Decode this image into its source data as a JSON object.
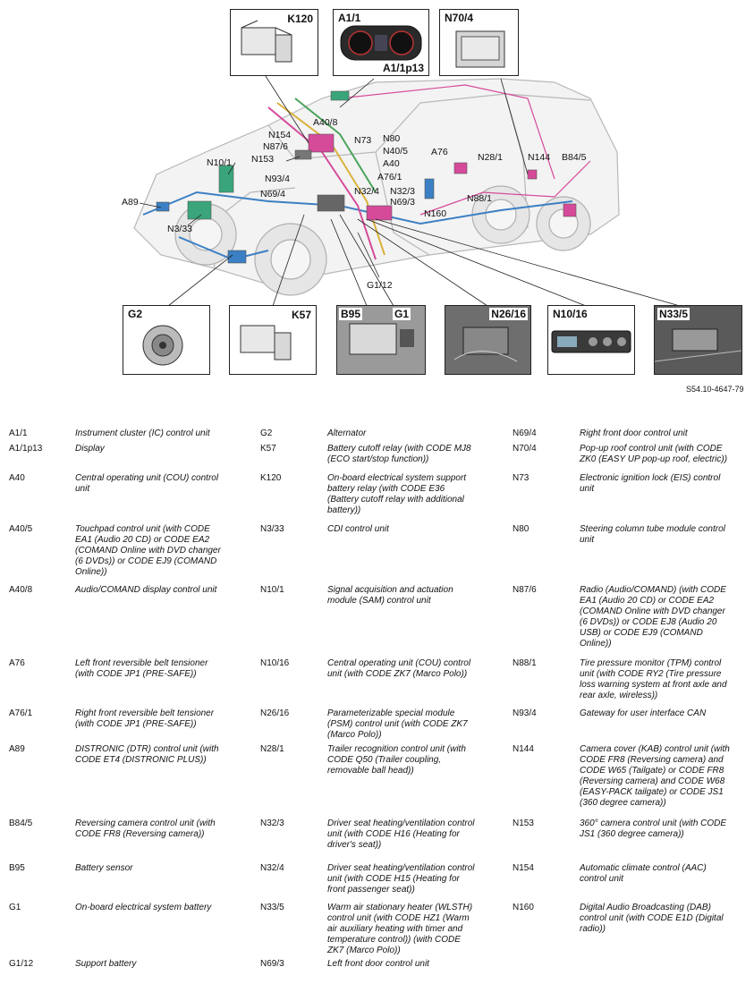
{
  "diagram": {
    "insets": [
      {
        "id": "K120",
        "label": "K120"
      },
      {
        "id": "A1/1",
        "label": "A1/1",
        "sublabel": "A1/1p13"
      },
      {
        "id": "N70/4",
        "label": "N70/4"
      },
      {
        "id": "G2",
        "label": "G2"
      },
      {
        "id": "K57",
        "label": "K57"
      },
      {
        "id": "B95",
        "label": "B95",
        "label2": "G1"
      },
      {
        "id": "N26/16",
        "label": "N26/16"
      },
      {
        "id": "N10/16",
        "label": "N10/16"
      },
      {
        "id": "N33/5",
        "label": "N33/5"
      }
    ],
    "labels": [
      "A40/8",
      "N154",
      "N87/6",
      "N153",
      "N10/1",
      "N73",
      "N80",
      "N40/5",
      "A40",
      "A76/1",
      "N93/4",
      "N32/4",
      "N32/3",
      "N69/4",
      "N69/3",
      "A89",
      "N3/33",
      "A76",
      "N28/1",
      "N144",
      "B84/5",
      "N88/1",
      "N160",
      "G1/12"
    ],
    "reference": "S54.10-4647-79"
  },
  "legend": {
    "rows": [
      [
        [
          "A1/1",
          "Instrument cluster (IC) control unit"
        ],
        [
          "G2",
          "Alternator"
        ],
        [
          "N69/4",
          "Right front door control unit"
        ]
      ],
      [
        [
          "A1/1p13",
          "Display"
        ],
        [
          "K57",
          "Battery cutoff relay (with CODE MJ8\n(ECO start/stop function))"
        ],
        [
          "N70/4",
          "Pop-up roof control unit (with CODE\nZK0 (EASY UP pop-up roof, electric))"
        ]
      ],
      [
        [
          "A40",
          "Central operating unit (COU) control\nunit"
        ],
        [
          "K120",
          "On-board electrical system support\nbattery relay (with CODE E36\n(Battery cutoff relay with additional\nbattery))"
        ],
        [
          "N73",
          "Electronic ignition lock (EIS) control\nunit"
        ]
      ],
      [
        [
          "A40/5",
          "Touchpad control unit (with CODE\nEA1 (Audio 20 CD) or CODE EA2\n(COMAND Online with DVD changer\n(6 DVDs)) or CODE EJ9 (COMAND\nOnline))"
        ],
        [
          "N3/33",
          "CDI control unit"
        ],
        [
          "N80",
          "Steering column tube module control\nunit"
        ]
      ],
      [
        [
          "A40/8",
          "Audio/COMAND display control unit"
        ],
        [
          "N10/1",
          "Signal acquisition and actuation\nmodule (SAM) control unit"
        ],
        [
          "N87/6",
          "Radio (Audio/COMAND) (with CODE\nEA1 (Audio 20 CD) or CODE EA2\n(COMAND Online with DVD changer\n(6 DVDs)) or CODE EJ8 (Audio 20\nUSB) or CODE EJ9 (COMAND\nOnline))"
        ]
      ],
      [
        [
          "A76",
          "Left front reversible belt tensioner\n(with CODE JP1 (PRE-SAFE))"
        ],
        [
          "N10/16",
          "Central operating unit (COU) control\nunit (with CODE ZK7 (Marco Polo))"
        ],
        [
          "N88/1",
          "Tire pressure monitor (TPM) control\nunit (with CODE RY2 (Tire pressure\nloss warning system at front axle and\nrear axle, wireless))"
        ]
      ],
      [
        [
          "A76/1",
          "Right front reversible belt tensioner\n(with CODE JP1 (PRE-SAFE))"
        ],
        [
          "N26/16",
          "Parameterizable special module\n(PSM) control unit (with CODE ZK7\n(Marco Polo))"
        ],
        [
          "N93/4",
          "Gateway for user interface CAN"
        ]
      ],
      [
        [
          "A89",
          "DISTRONIC (DTR) control unit (with\nCODE ET4 (DISTRONIC PLUS))"
        ],
        [
          "N28/1",
          "Trailer recognition control unit (with\nCODE Q50 (Trailer coupling,\nremovable ball head))"
        ],
        [
          "N144",
          "Camera cover (KAB) control unit (with\nCODE FR8 (Reversing camera) and\nCODE W65 (Tailgate) or CODE FR8\n(Reversing camera) and CODE W68\n(EASY-PACK tailgate) or CODE JS1\n(360 degree camera))"
        ]
      ],
      [
        [
          "B84/5",
          "Reversing camera control unit (with\nCODE FR8 (Reversing camera))"
        ],
        [
          "N32/3",
          "Driver seat heating/ventilation control\nunit (with CODE H16 (Heating for\ndriver's seat))"
        ],
        [
          "N153",
          "360° camera control unit (with CODE\nJS1 (360 degree camera))"
        ]
      ],
      [
        [
          "B95",
          "Battery sensor"
        ],
        [
          "N32/4",
          "Driver seat heating/ventilation control\nunit (with CODE H15 (Heating for\nfront passenger seat))"
        ],
        [
          "N154",
          "Automatic climate control (AAC)\ncontrol unit"
        ]
      ],
      [
        [
          "G1",
          "On-board electrical system battery"
        ],
        [
          "N33/5",
          "Warm air stationary heater (WLSTH)\ncontrol unit (with CODE HZ1 (Warm\nair auxiliary heating with timer and\ntemperature control)) (with CODE\nZK7 (Marco Polo))"
        ],
        [
          "N160",
          "Digital Audio Broadcasting (DAB)\ncontrol unit (with CODE E1D (Digital\nradio))"
        ]
      ],
      [
        [
          "G1/12",
          "Support battery"
        ],
        [
          "N69/3",
          "Left front door control unit"
        ],
        [
          "",
          ""
        ]
      ]
    ]
  }
}
